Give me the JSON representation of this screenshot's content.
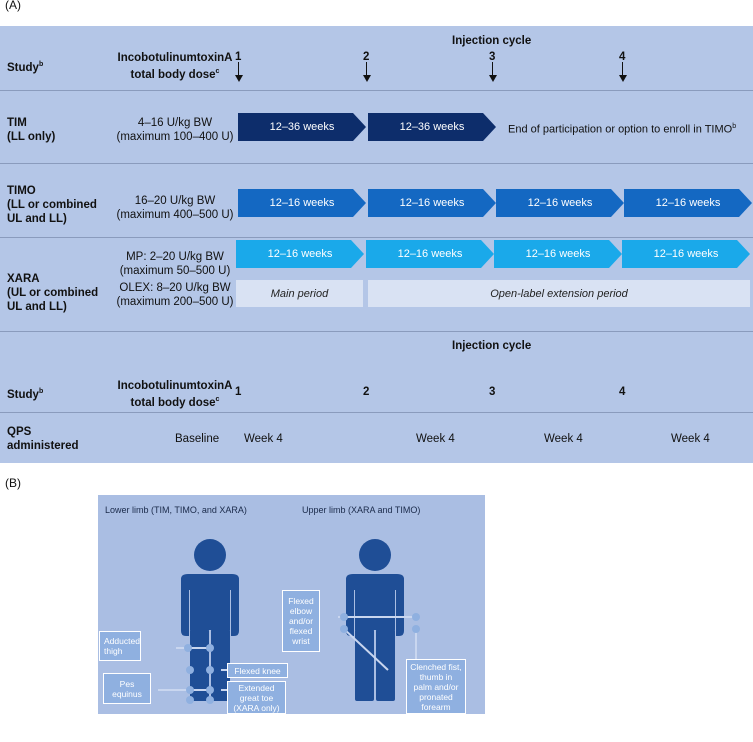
{
  "panel_a": {
    "label": "(A)",
    "header": {
      "study": "Study",
      "study_sup": "b",
      "dose_line1": "IncobotulinumtoxinA",
      "dose_line2": "total body dose",
      "dose_sup": "c",
      "injection_cycle": "Injection cycle",
      "cycles": [
        "1",
        "2",
        "3",
        "4"
      ]
    },
    "tim": {
      "name": "TIM",
      "sub": "(LL only)",
      "dose1": "4–16 U/kg BW",
      "dose2": "(maximum 100–400 U)",
      "bars": [
        "12–36 weeks",
        "12–36 weeks"
      ],
      "end_text": "End of participation or option to enroll in TIMO",
      "end_sup": "b"
    },
    "timo": {
      "name": "TIMO",
      "sub1": "(LL or combined",
      "sub2": "UL and LL)",
      "dose1": "16–20 U/kg BW",
      "dose2": "(maximum 400–500 U)",
      "bars": [
        "12–16 weeks",
        "12–16 weeks",
        "12–16 weeks",
        "12–16 weeks"
      ]
    },
    "xara": {
      "name": "XARA",
      "sub1": "(UL or combined",
      "sub2": "UL and LL)",
      "mp1": "MP: 2–20 U/kg BW",
      "mp2": "(maximum 50–500 U)",
      "olex1": "OLEX: 8–20 U/kg BW",
      "olex2": "(maximum 200–500 U)",
      "bars": [
        "12–16 weeks",
        "12–16 weeks",
        "12–16 weeks",
        "12–16 weeks"
      ],
      "main_period": "Main period",
      "extension_period": "Open-label extension period"
    },
    "footer": {
      "study": "Study",
      "study_sup": "b",
      "dose_line1": "IncobotulinumtoxinA",
      "dose_line2": "total body dose",
      "dose_sup": "c",
      "injection_cycle": "Injection cycle",
      "cycles": [
        "1",
        "2",
        "3",
        "4"
      ],
      "qps1": "QPS",
      "qps2": "administered",
      "baseline": "Baseline",
      "weeks": [
        "Week 4",
        "Week 4",
        "Week 4",
        "Week 4"
      ]
    }
  },
  "panel_b": {
    "label": "(B)",
    "lower_title": "Lower limb (TIM, TIMO, and XARA)",
    "upper_title": "Upper limb (XARA and TIMO)",
    "adducted_1": "Adducted",
    "adducted_2": "thigh",
    "pes_1": "Pes",
    "pes_2": "equinus",
    "flexed_knee": "Flexed knee",
    "toe_1": "Extended",
    "toe_2": "great toe",
    "toe_3": "(XARA only)",
    "elbow_1": "Flexed",
    "elbow_2": "elbow",
    "elbow_3": "and/or",
    "elbow_4": "flexed",
    "elbow_5": "wrist",
    "fist_1": "Clenched fist,",
    "fist_2": "thumb in",
    "fist_3": "palm and/or",
    "fist_4": "pronated",
    "fist_5": "forearm"
  },
  "colors": {
    "band": "#b4c6e7",
    "dark_arrow": "#0d2d6b",
    "mid_arrow": "#1468c2",
    "light_arrow": "#1aa9ea",
    "figure": "#1f4e96",
    "callout": "#8fb0e0"
  }
}
